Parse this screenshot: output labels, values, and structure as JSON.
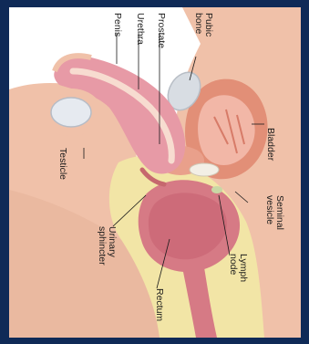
{
  "labels": {
    "penis": "Penis",
    "urethra": "Urethra",
    "prostate": "Prostate",
    "pubic_bone": "Pubic\nbone",
    "bladder": "Bladder",
    "testicle": "Testicle",
    "seminal_vesicle": "Seminal\nvesicle",
    "urinary_sphincter": "Urinary\nsphincter",
    "lymph_node": "Lymph\nnode",
    "rectum": "Rectum"
  },
  "colors": {
    "frame": "#0f2a57",
    "skin": "#f0c1a9",
    "skin_shadow": "#e2a78c",
    "penis_tissue": "#e79aa6",
    "urethra": "#f3d3c2",
    "bladder_wall": "#e28f77",
    "bladder_inner": "#f2b7a7",
    "rectum": "#d67a85",
    "fat": "#f2e5a6",
    "bone": "#d8dde3",
    "testicle": "#e6eaf0"
  }
}
